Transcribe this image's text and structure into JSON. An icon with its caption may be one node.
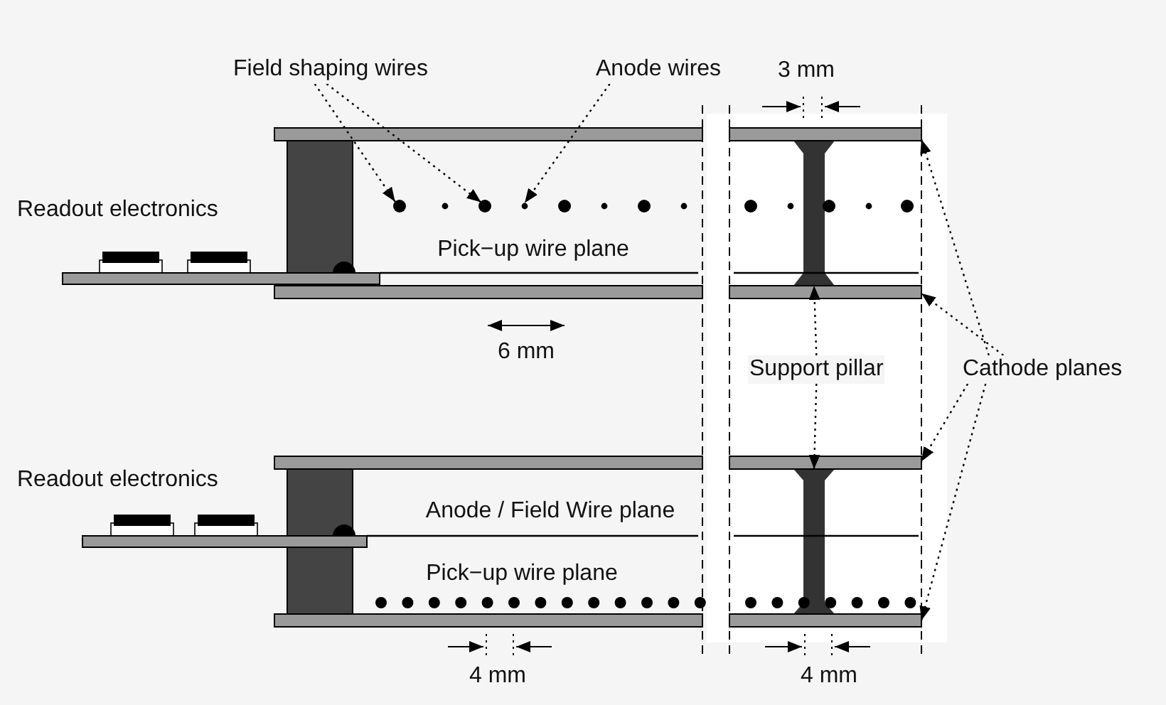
{
  "diagram": {
    "nodes": [
      {
        "text": [
          "Field shaping wires"
        ]
      },
      {
        "text": [
          "Anode wires"
        ]
      },
      {
        "text": [
          "Support pillar"
        ]
      },
      {
        "text": [
          "Cathode planes"
        ]
      },
      {
        "text": [],
        "shape": "circle"
      },
      {
        "text": [],
        "shape": "circle"
      },
      {
        "text": [],
        "shape": "circle"
      },
      {
        "text": [],
        "shape": "bar"
      },
      {
        "text": [],
        "shape": "bar"
      },
      {
        "text": [],
        "shape": "bar"
      },
      {
        "text": [],
        "shape": "bar"
      },
      {
        "text": [],
        "shape": "bar"
      },
      {
        "text": [],
        "shape": "bar"
      }
    ],
    "edges": [
      {
        "from": 0,
        "to": 4,
        "arrow": "to"
      },
      {
        "from": 0,
        "to": 5,
        "arrow": "to"
      },
      {
        "from": 1,
        "to": 6,
        "arrow": "to"
      },
      {
        "from": 2,
        "to": 8,
        "arrow": "to"
      },
      {
        "from": 2,
        "to": 11,
        "arrow": "to"
      },
      {
        "from": 3,
        "to": 7,
        "arrow": "to"
      },
      {
        "from": 3,
        "to": 9,
        "arrow": "to"
      },
      {
        "from": 3,
        "to": 10,
        "arrow": "to"
      },
      {
        "from": 3,
        "to": 12,
        "arrow": "to"
      }
    ],
    "labels": [
      "3 mm",
      "Readout electronics",
      "Pick−up wire plane",
      "6 mm",
      "Readout electronics",
      "Anode / Field Wire plane",
      "Pick−up wire plane",
      "4 mm",
      "4 mm"
    ]
  }
}
